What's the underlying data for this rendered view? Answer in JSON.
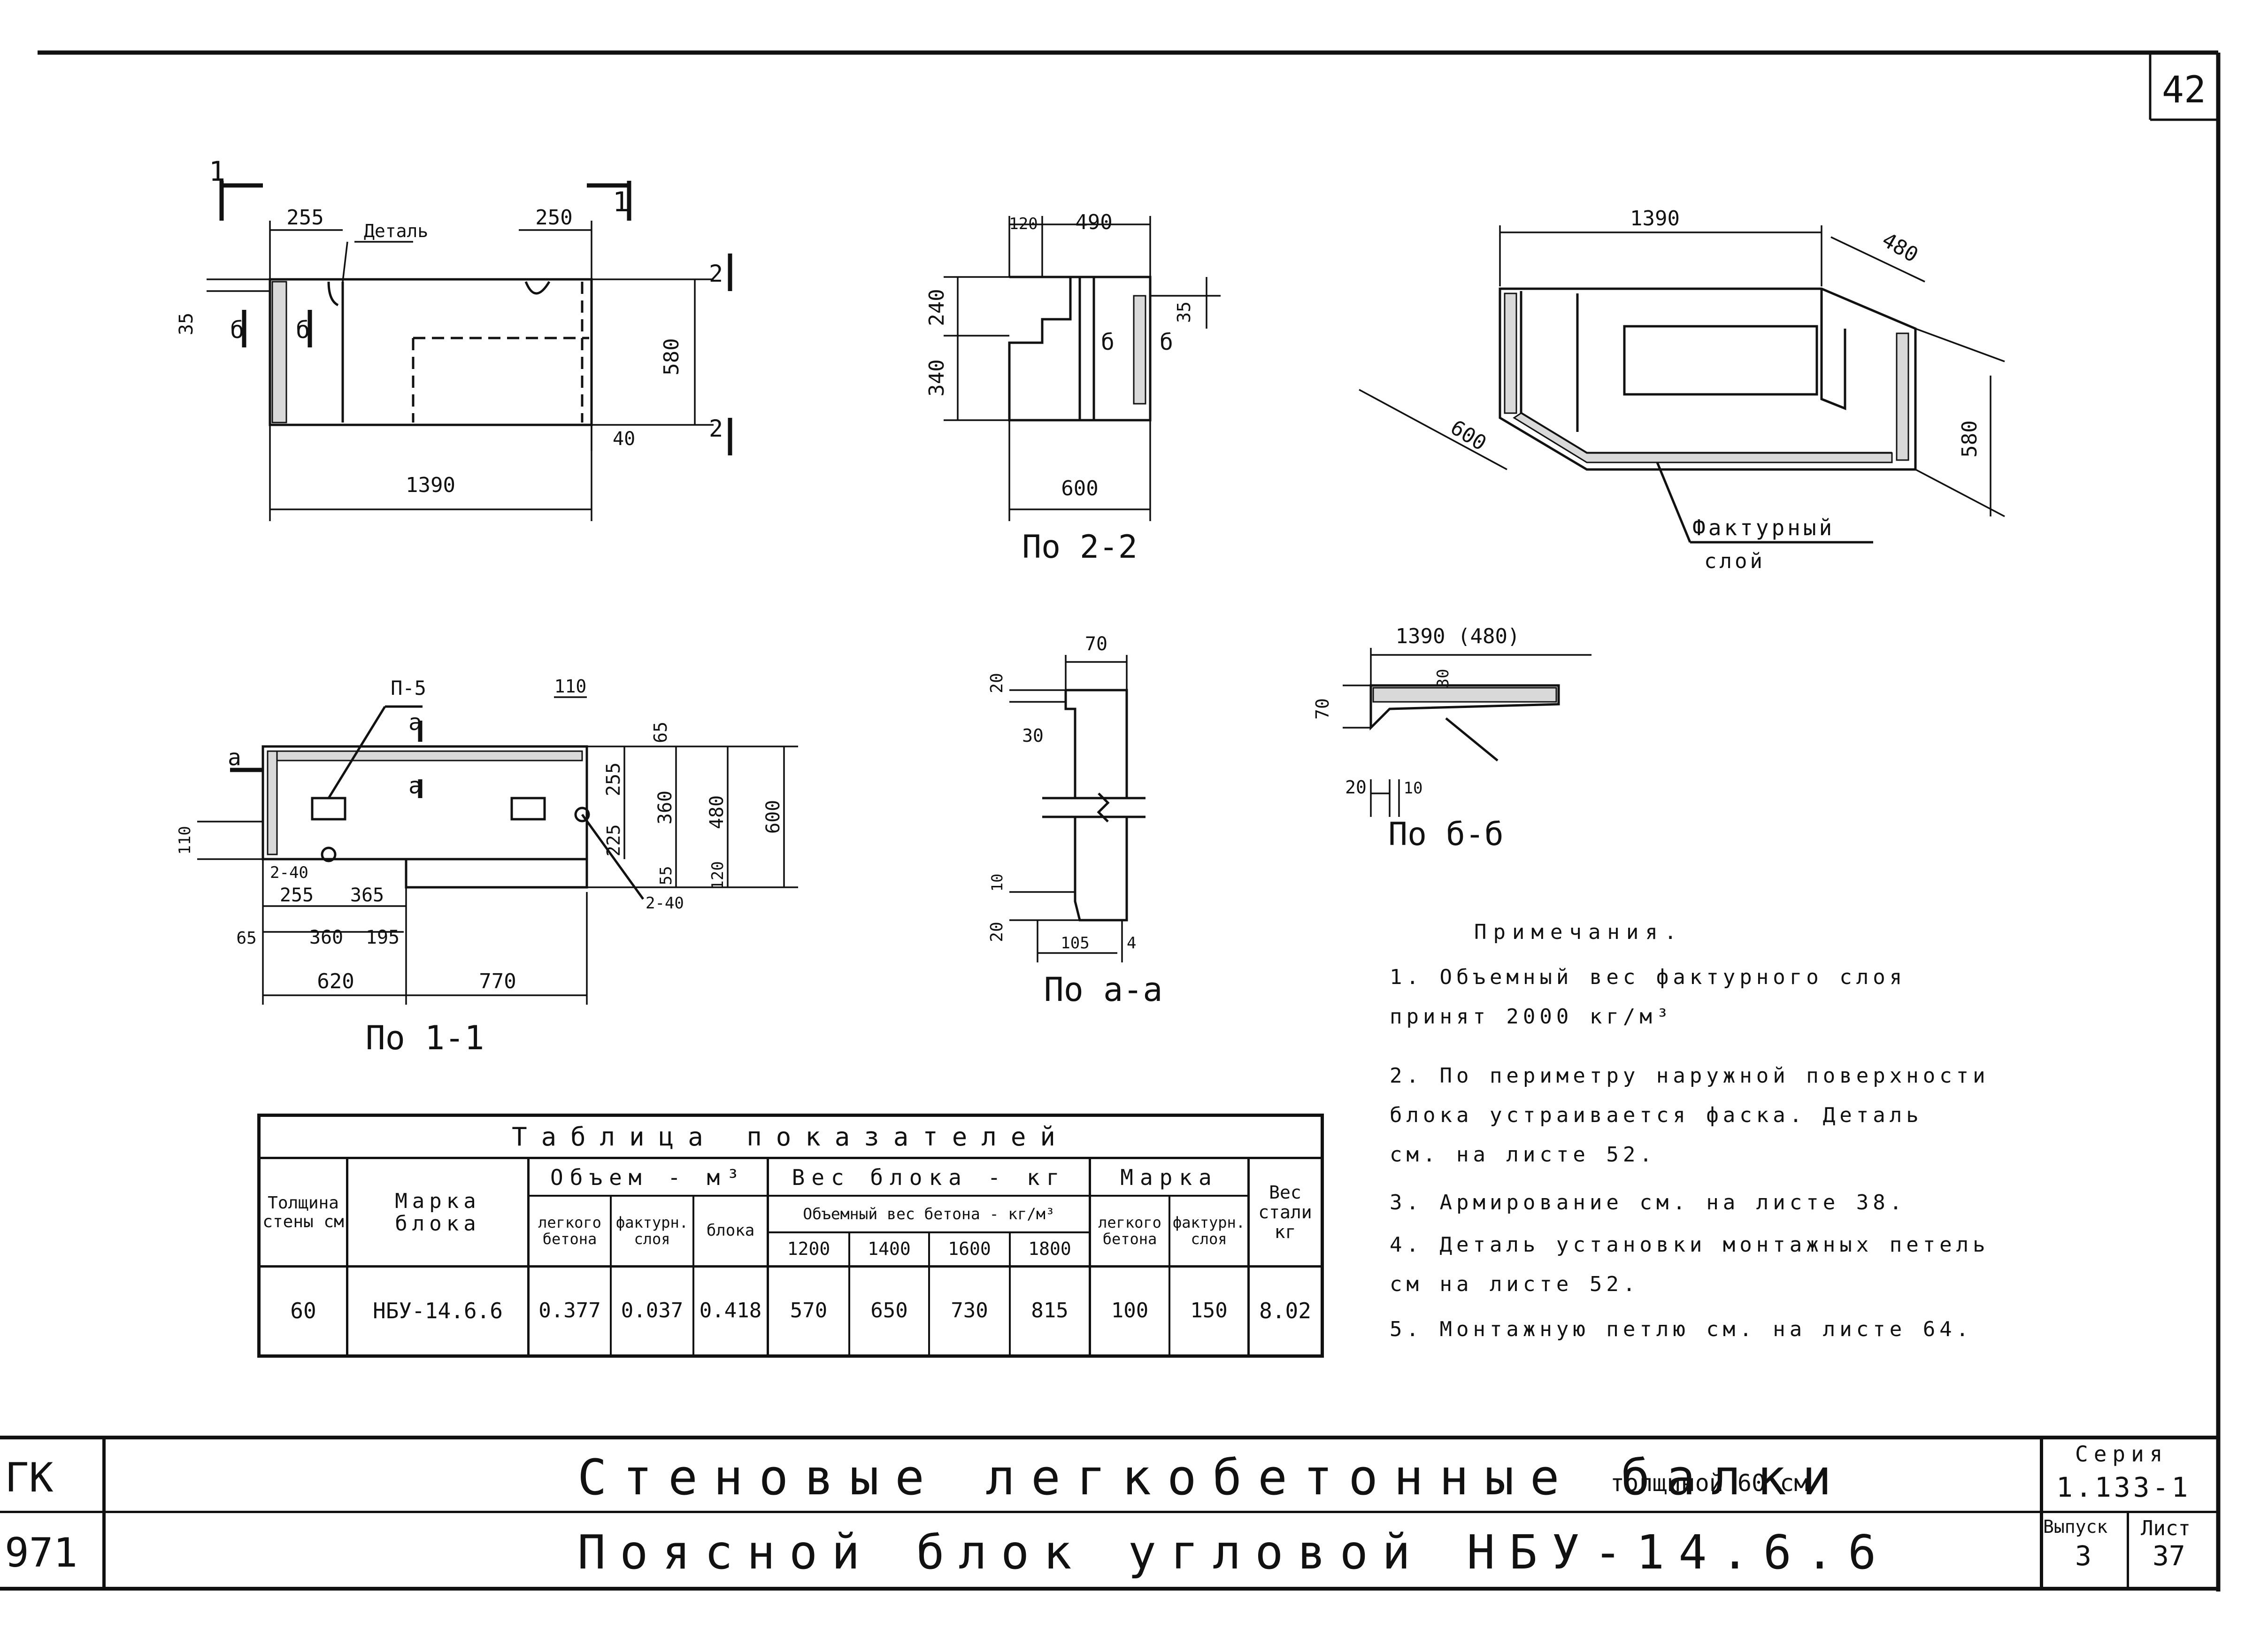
{
  "sheet_number": "42",
  "plan_view": {
    "dims": [
      "255",
      "250",
      "35",
      "580",
      "40",
      "1390"
    ],
    "section_marks": [
      "1",
      "1",
      "2",
      "2",
      "б",
      "б"
    ],
    "callout": "Деталь"
  },
  "section_2_2": {
    "dims": [
      "120",
      "490",
      "240",
      "340",
      "35",
      "600"
    ],
    "marks": [
      "б",
      "б"
    ],
    "caption": "По 2-2"
  },
  "isometric": {
    "dims": [
      "1390",
      "480",
      "600",
      "580"
    ],
    "label_line1": "Фактурный",
    "label_line2": "слой"
  },
  "section_1_1": {
    "dims": [
      "110",
      "65",
      "255",
      "360",
      "480",
      "600",
      "225",
      "55",
      "120",
      "110",
      "255",
      "365",
      "65",
      "360",
      "195",
      "620",
      "770"
    ],
    "labels": [
      "П-5",
      "а",
      "а",
      "а",
      "2-40",
      "2-40"
    ],
    "caption": "По 1-1"
  },
  "section_a_a": {
    "dims": [
      "70",
      "20",
      "30",
      "10",
      "20",
      "105",
      "4"
    ],
    "caption": "По а-а"
  },
  "section_b_b": {
    "dims": [
      "1390 (480)",
      "30",
      "70",
      "20",
      "10"
    ],
    "caption": "По б-б"
  },
  "table": {
    "title": "Таблица показателей",
    "headers": {
      "wall_thickness": "Толщина стены см",
      "block_mark": "Марка блока",
      "volume_group": "Объем - м³",
      "volume_cols": [
        "легкого бетона",
        "фактурн. слоя",
        "блока"
      ],
      "weight_group": "Вес блока - кг",
      "weight_sub": "Объемный вес бетона - кг/м³",
      "weight_cols": [
        "1200",
        "1400",
        "1600",
        "1800"
      ],
      "mark_group": "Марка",
      "mark_cols": [
        "легкого бетона",
        "фактурн. слоя"
      ],
      "steel": "Вес стали кг"
    },
    "row": [
      "60",
      "НБУ-14.6.6",
      "0.377",
      "0.037",
      "0.418",
      "570",
      "650",
      "730",
      "815",
      "100",
      "150",
      "8.02"
    ]
  },
  "notes": {
    "title": "Примечания.",
    "items": [
      "1. Объемный вес фактурного слоя\n    принят 2000 кг/м³",
      "2. По периметру наружной поверхности\n    блока устраивается фаска. Деталь\n    см. на листе 52.",
      "3. Армирование см. на листе 38.",
      "4. Деталь установки монтажных петель\n    см на листе 52.",
      "5. Монтажную петлю см. на листе 64."
    ]
  },
  "title_block": {
    "left_top": "ГК",
    "left_bottom": "971",
    "title": "Стеновые легкобетонные балки",
    "title_note": "толщиной 60 см",
    "subtitle": "Поясной блок угловой НБУ-14.6.6",
    "series_label": "Серия",
    "series_value": "1.133-1",
    "issue_label": "Выпуск",
    "issue_value": "3",
    "sheet_label": "Лист",
    "sheet_value": "37"
  }
}
